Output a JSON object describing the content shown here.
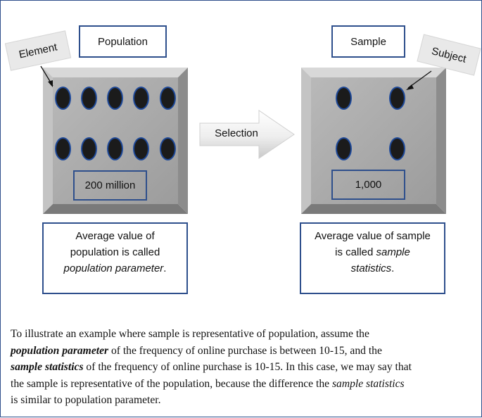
{
  "population": {
    "title": "Population",
    "count": "200 million",
    "caption_line1": "Average value of",
    "caption_line2": "population is called",
    "caption_em": "population parameter",
    "caption_end": "."
  },
  "sample": {
    "title": "Sample",
    "count": "1,000",
    "caption_line1": "Average value of sample",
    "caption_line2": "is called ",
    "caption_em": "sample",
    "caption_em2": "statistics",
    "caption_end": "."
  },
  "tags": {
    "element": "Element",
    "subject": "Subject"
  },
  "arrow": {
    "label": "Selection"
  },
  "paragraph": {
    "p1": "To illustrate an example where sample is representative of population, assume the",
    "p2_bold": "population parameter",
    "p2": " of the frequency of online purchase is between 10-15, and the",
    "p3_bold": "sample statistics",
    "p3": " of the frequency of online purchase is 10-15. In this case, we may say that",
    "p4a": "the sample is representative of the population, because the difference the ",
    "p4_em": "sample statistics",
    "p5": "is similar to population parameter."
  },
  "colors": {
    "border_blue": "#2e4f8c",
    "panel_gray": "#a9a9a9",
    "dot_fill": "#1b1b1b",
    "dot_outline": "#1f4a9a"
  }
}
